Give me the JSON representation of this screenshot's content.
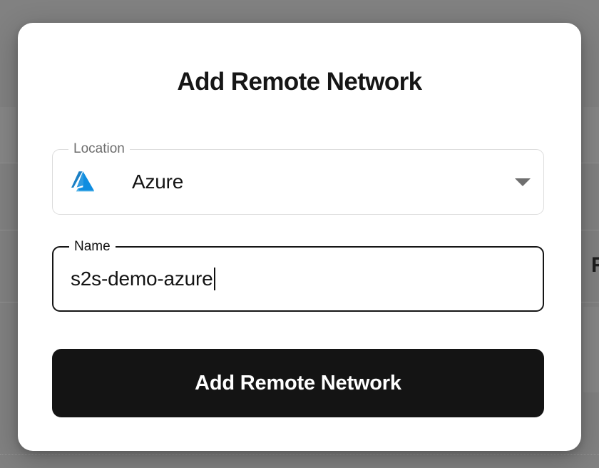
{
  "backdrop": {
    "dim_color": "#818181",
    "partial_heading": "R"
  },
  "modal": {
    "title": "Add Remote Network",
    "fields": [
      {
        "name": "location",
        "label": "Location",
        "value": "Azure",
        "icon": "azure-logo-icon",
        "control": "select",
        "focused": false,
        "caret_icon": "chevron-down-icon",
        "border_color": "#dcdcdc",
        "label_color": "#6d6d6d"
      },
      {
        "name": "name",
        "label": "Name",
        "value": "s2s-demo-azure",
        "control": "text-input",
        "focused": true,
        "border_color": "#151515",
        "label_color": "#121212"
      }
    ],
    "submit_label": "Add Remote Network",
    "submit_bg": "#141414",
    "submit_fg": "#ffffff"
  },
  "colors": {
    "azure_blue": "#0f8de0",
    "azure_blue_dark": "#1b7fc4",
    "title": "#161616"
  }
}
